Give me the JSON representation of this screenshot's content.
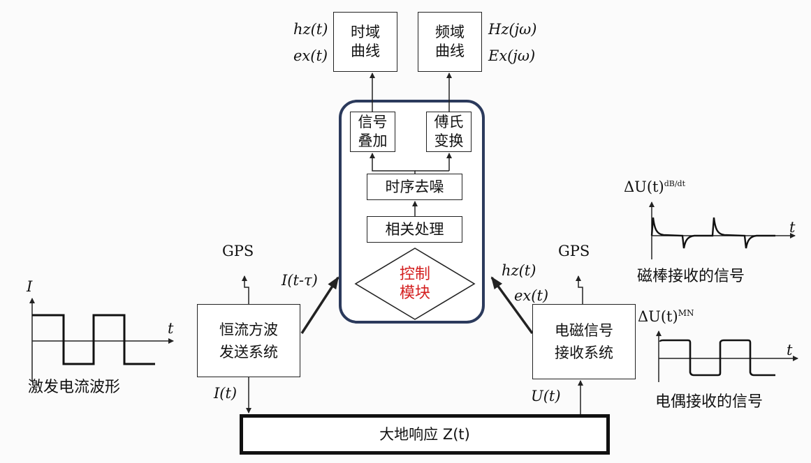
{
  "boxes": {
    "time_curve": "时域\n曲线",
    "freq_curve": "频域\n曲线",
    "signal_sum": "信号\n叠加",
    "fourier": "傅氏\n变换",
    "denoise": "时序去噪",
    "correlation": "相关处理",
    "control": "控制\n模块",
    "transmitter": "恒流方波\n发送系统",
    "receiver": "电磁信号\n接收系统",
    "earth": "大地响应 Z(t)"
  },
  "labels": {
    "hz_t_top": "hz(t)",
    "ex_t_top": "ex(t)",
    "Hz_jw": "Hz(jω)",
    "Ex_jw": "Ex(jω)",
    "gps_left": "GPS",
    "gps_right": "GPS",
    "I_t_tau": "I(t-τ)",
    "hz_t_right": "hz(t)",
    "ex_t_right": "ex(t)",
    "I_t": "I(t)",
    "U_t": "U(t)"
  },
  "waveforms": {
    "excitation": {
      "y_axis": "I",
      "x_axis": "t",
      "caption": "激发电流波形"
    },
    "magnetic_bar": {
      "y_axis": "ΔU(t)",
      "superscript": "dB/dt",
      "x_axis": "t",
      "caption": "磁棒接收的信号"
    },
    "dipole": {
      "y_axis": "ΔU(t)",
      "superscript": "MN",
      "x_axis": "t",
      "caption": "电偶接收的信号"
    }
  },
  "colors": {
    "control_frame": "#2b3a5c",
    "control_text": "#d42020",
    "line": "#222222"
  }
}
